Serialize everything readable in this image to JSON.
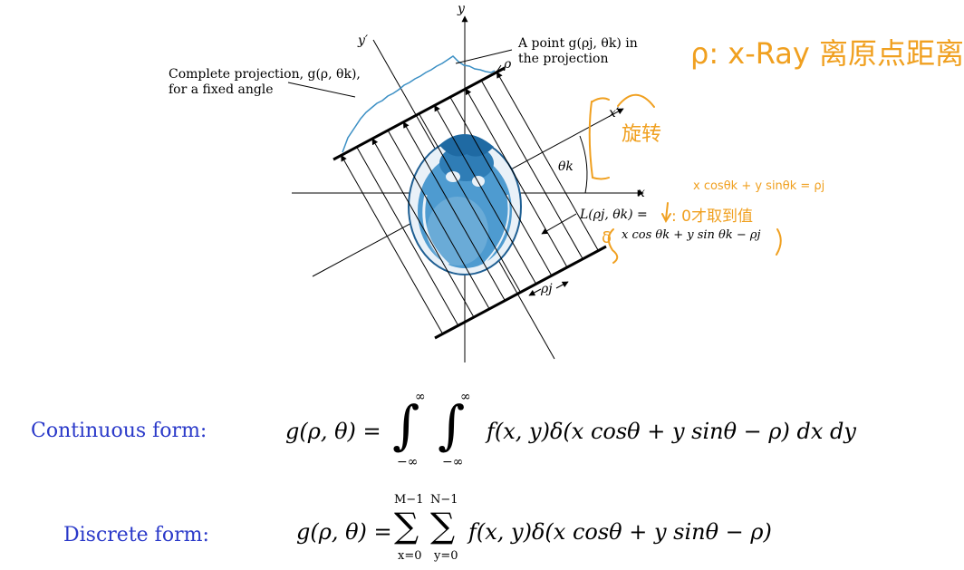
{
  "diagram": {
    "axis_y_label": "y",
    "axis_x_label": "x",
    "axis_yprime_label": "y′",
    "axis_xprime_label": "x′",
    "complete_projection_line1": "Complete projection, g(ρ, θk),",
    "complete_projection_line2": "for a fixed angle",
    "point_line1": "A point g(ρj, θk) in",
    "point_line2": "the projection",
    "rho_label": "ρ",
    "theta_label": "θk",
    "rhoj_label": "ρj",
    "line_label_1": "L(ρj, θk) =",
    "line_label_2": "x cos θk + y sin θk − ρj"
  },
  "annotations": {
    "note_top": "ρ: x-Ray 离原点距离",
    "note_scribble": "旋转",
    "note_eq": "x cosθk + y sinθk = ρj",
    "note_result": ": 0才取到值",
    "note_delta": "δ"
  },
  "formulas": {
    "continuous_label": "Continuous form:",
    "continuous_expr": "g(ρ, θ) = ∫∫ f(x, y)δ(x cosθ + y sinθ − ρ) dx dy",
    "continuous_lhs": "g(ρ, θ) =",
    "continuous_int_upper": "∞",
    "continuous_int_lower": "−∞",
    "continuous_rhs": "f(x, y)δ(x cosθ + y sinθ − ρ) dx dy",
    "discrete_label": "Discrete form:",
    "discrete_expr": "g(ρ, θ) = ΣΣ f(x, y)δ(x cosθ + y sinθ − ρ)",
    "discrete_lhs": "g(ρ, θ) =",
    "discrete_sum1_upper": "M−1",
    "discrete_sum1_lower": "x=0",
    "discrete_sum2_upper": "N−1",
    "discrete_sum2_lower": "y=0",
    "discrete_rhs": "f(x, y)δ(x cosθ + y sinθ − ρ)"
  },
  "colors": {
    "formula_label": "#2a39c9",
    "annotation": "#f0a020",
    "projection": "#3b8fc4",
    "head": "#3a86c0"
  }
}
